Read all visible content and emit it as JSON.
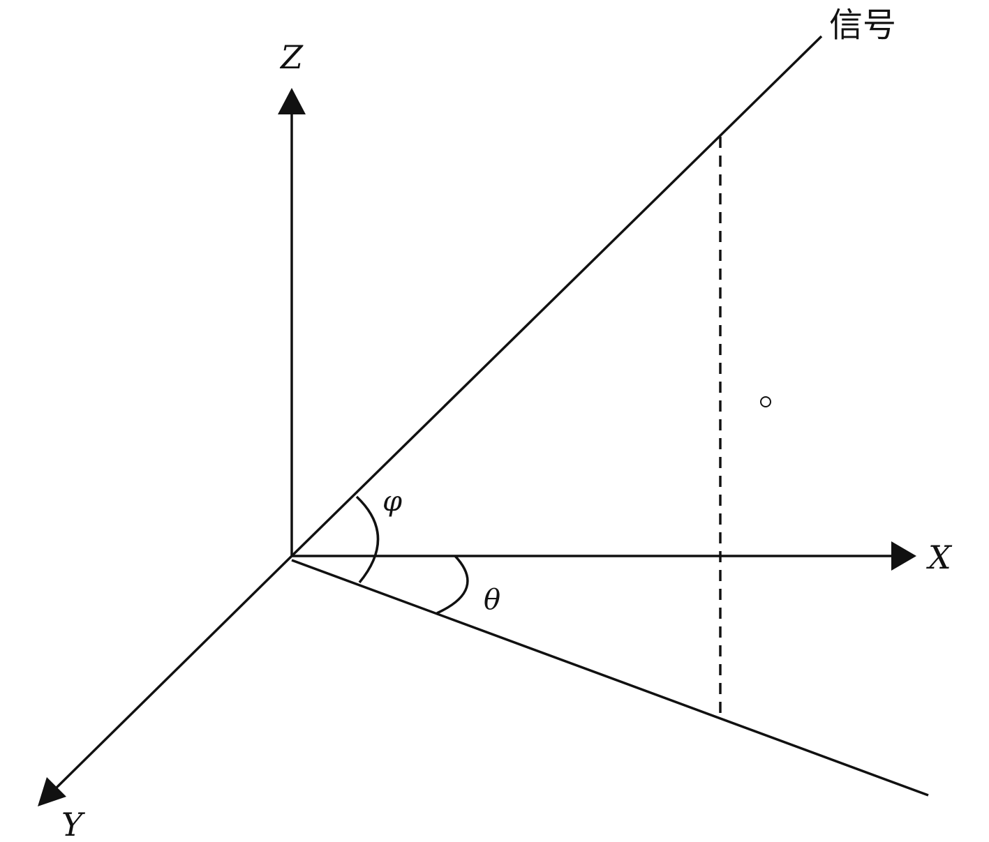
{
  "labels": {
    "z_axis": "Z",
    "x_axis": "X",
    "y_axis": "Y",
    "signal": "信号",
    "phi": "φ",
    "theta": "θ"
  },
  "colors": {
    "stroke": "#111111",
    "background": "#ffffff"
  }
}
